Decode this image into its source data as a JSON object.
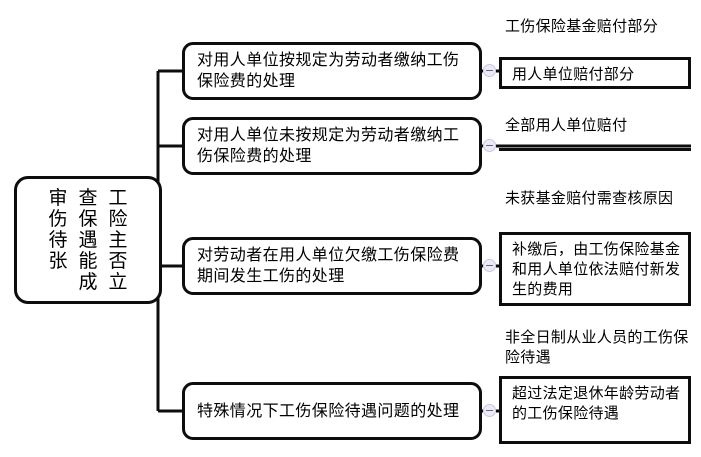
{
  "diagram": {
    "title": "工伤保险待遇主张审查思维导图",
    "type": "mind-map",
    "accent_color": "#0d0d0d",
    "background": "#ffffff",
    "marker_color": "#eceaf6"
  },
  "root": {
    "name": "root-node",
    "text": "审查工伤保险待遇主张能否成立",
    "chars": [
      "审",
      "查",
      "工",
      "伤",
      "保",
      "险",
      "待",
      "遇",
      "主",
      "张",
      "能",
      "否",
      "成",
      "立"
    ]
  },
  "branches": [
    {
      "id": "branch-0",
      "label": "对用人单位按规定为劳动者缴纳工伤保险费的处理",
      "marker": "collapse-marker-0"
    },
    {
      "id": "branch-1",
      "label": "对用人单位未按规定为劳动者缴纳工伤保险费的处理",
      "marker": "collapse-marker-1"
    },
    {
      "id": "branch-2",
      "label": "对劳动者在用人单位欠缴工伤保险费期间发生工伤的处理",
      "marker": "collapse-marker-2"
    },
    {
      "id": "branch-3",
      "label": "特殊情况下工伤保险待遇问题的处理",
      "marker": "collapse-marker-3"
    }
  ],
  "leaves": [
    {
      "id": "leaf-0",
      "parent": "branch-0",
      "label": "工伤保险基金赔付部分",
      "style": "underlined"
    },
    {
      "id": "box-1",
      "parent": "branch-0",
      "label": "用人单位赔付部分",
      "style": "boxed"
    },
    {
      "id": "leaf-2",
      "parent": "branch-1",
      "label": "全部用人单位赔付",
      "style": "underlined"
    },
    {
      "id": "leaf-3",
      "parent": "branch-2",
      "label": "未获基金赔付需查核原因",
      "style": "underlined"
    },
    {
      "id": "box-4",
      "parent": "branch-2",
      "label": "补缴后，由工伤保险基金和用人单位依法赔付新发生的费用",
      "style": "boxed"
    },
    {
      "id": "leaf-5",
      "parent": "branch-3",
      "label": "非全日制从业人员的工伤保险待遇",
      "style": "underlined"
    },
    {
      "id": "box-6",
      "parent": "branch-3",
      "label": "超过法定退休年龄劳动者的工伤保险待遇",
      "style": "boxed"
    }
  ]
}
